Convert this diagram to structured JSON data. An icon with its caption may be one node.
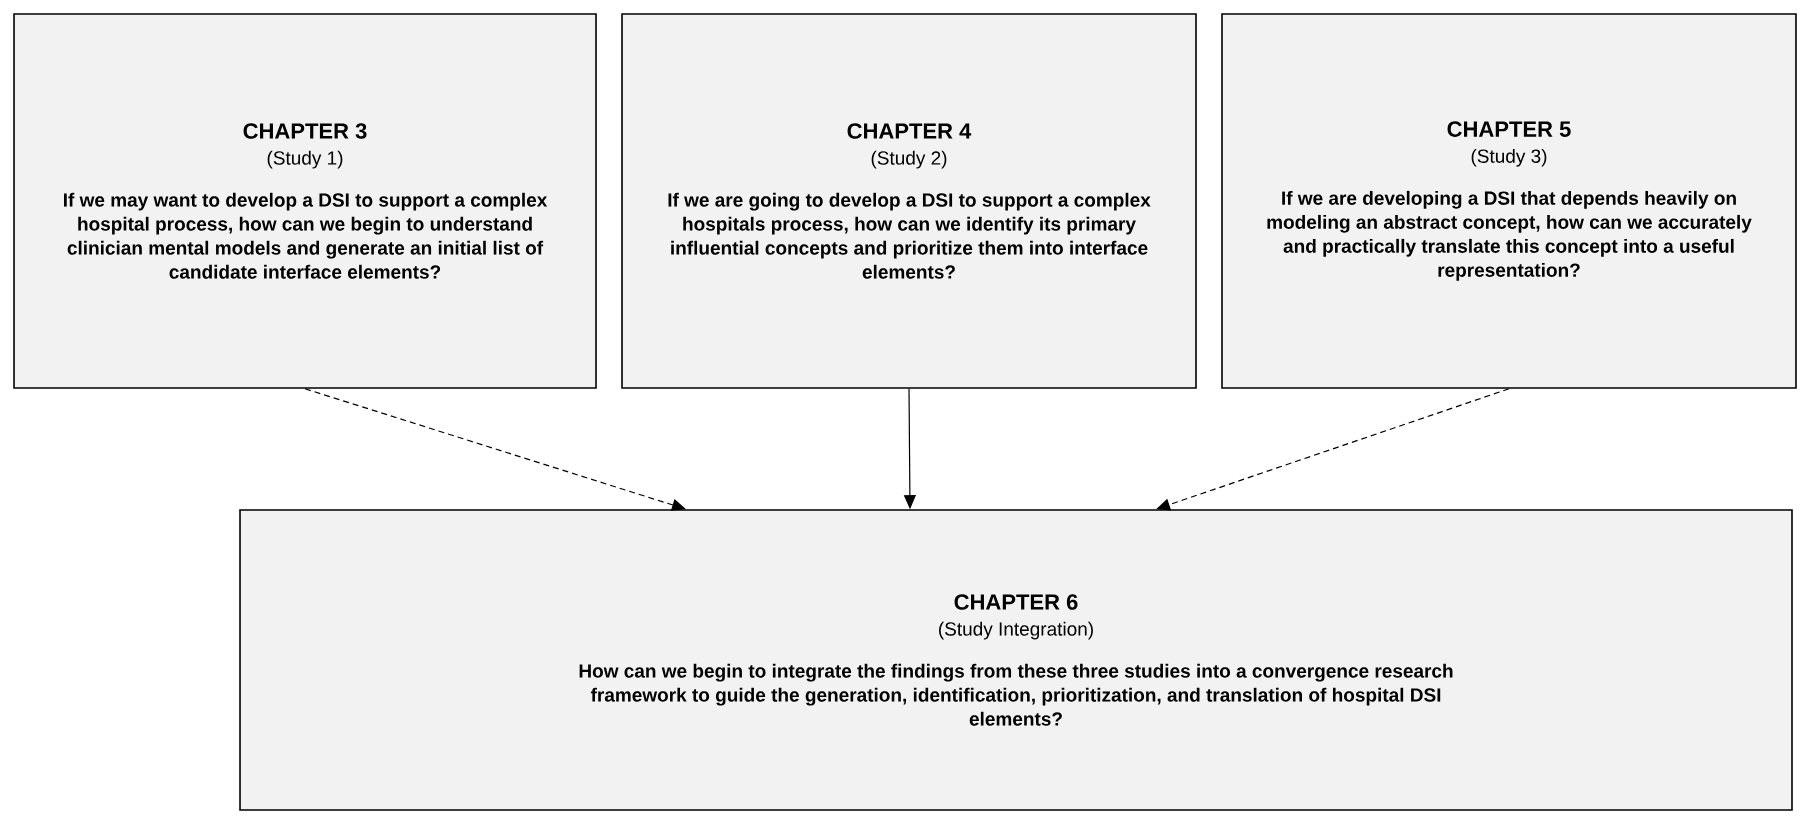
{
  "diagram": {
    "nodes": [
      {
        "text": [
          "CHAPTER 3",
          "(Study 1)",
          "If we may want to develop a DSI to support a complex hospital process, how can we begin to understand clinician mental models and generate an initial list of candidate interface elements?"
        ]
      },
      {
        "text": [
          "CHAPTER 4",
          "(Study 2)",
          "If we are going to develop a DSI to support a complex hospitals process, how can we identify its primary influential concepts and prioritize them into interface elements?"
        ]
      },
      {
        "text": [
          "CHAPTER 5",
          "(Study 3)",
          "If we are developing a DSI that depends heavily on modeling an abstract concept, how can we accurately and practically translate this concept into a useful representation?"
        ]
      },
      {
        "text": [
          "CHAPTER 6",
          "(Study Integration)",
          "How can we begin to integrate the findings from these three studies into a convergence research framework to guide the generation, identification, prioritization, and translation of hospital DSI elements?"
        ]
      }
    ],
    "edges": [
      {
        "from": 0,
        "to": 3,
        "arrow": "to",
        "style": "dashed"
      },
      {
        "from": 1,
        "to": 3,
        "arrow": "to"
      },
      {
        "from": 2,
        "to": 3,
        "arrow": "to",
        "style": "dashed"
      }
    ]
  }
}
